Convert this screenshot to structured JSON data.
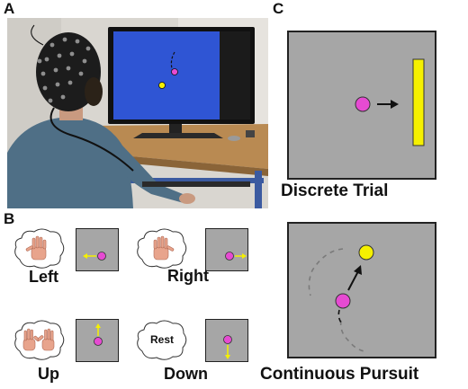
{
  "panels": {
    "a": {
      "letter": "A"
    },
    "b": {
      "letter": "B"
    },
    "c": {
      "letter": "C"
    }
  },
  "imagery": [
    {
      "label": "Left"
    },
    {
      "label": "Right"
    },
    {
      "label": "Up"
    },
    {
      "label": "Down",
      "thought_text": "Rest"
    }
  ],
  "paradigms": [
    {
      "label": "Discrete Trial"
    },
    {
      "label": "Continuous Pursuit"
    }
  ],
  "colors": {
    "screen_gray": "#a6a6a6",
    "cursor_magenta": "#e64bd2",
    "target_yellow": "#f5f000",
    "hand_skin": "#e8a48c",
    "monitor_blue": "#2f55d4"
  }
}
